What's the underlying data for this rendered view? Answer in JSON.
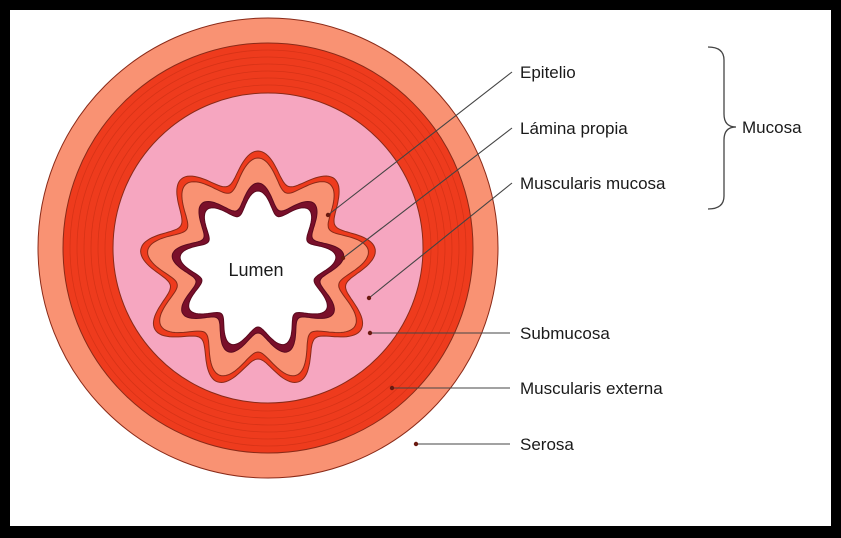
{
  "diagram": {
    "lumen": "Lumen",
    "labels": {
      "epitelio": "Epitelio",
      "lamina_propia": "Lámina propia",
      "muscularis_mucosa": "Muscularis mucosa",
      "mucosa": "Mucosa",
      "submucosa": "Submucosa",
      "muscularis_externa": "Muscularis externa",
      "serosa": "Serosa"
    }
  },
  "colors": {
    "serosa": "#f99273",
    "muscularis_externa": "#ee3b1d",
    "submucosa": "#f6a6c0",
    "muscularis_mucosa": "#ee3b1d",
    "lamina_propia": "#f99273",
    "epitelio": "#7a0f2a",
    "lumen": "#ffffff",
    "outline": "#7a1a10",
    "leader": "#444444",
    "frame": "#000000"
  }
}
